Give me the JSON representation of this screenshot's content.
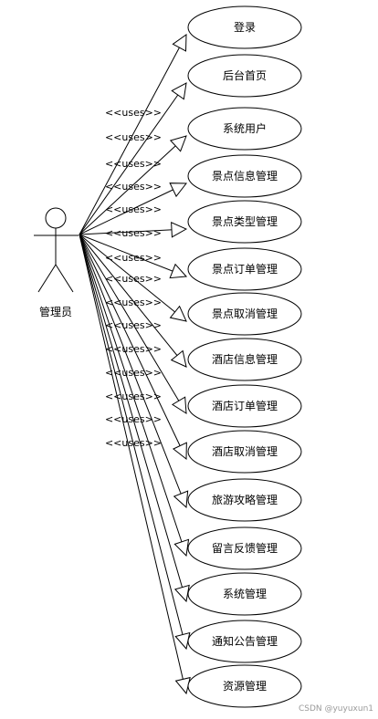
{
  "actor": {
    "name": "管理员"
  },
  "relation_label": "<<uses>>",
  "use_cases": [
    "登录",
    "后台首页",
    "系统用户",
    "景点信息管理",
    "景点类型管理",
    "景点订单管理",
    "景点取消管理",
    "酒店信息管理",
    "酒店订单管理",
    "酒店取消管理",
    "旅游攻略管理",
    "留言反馈管理",
    "系统管理",
    "通知公告管理",
    "资源管理"
  ],
  "watermark": "CSDN @yuyuxun1"
}
